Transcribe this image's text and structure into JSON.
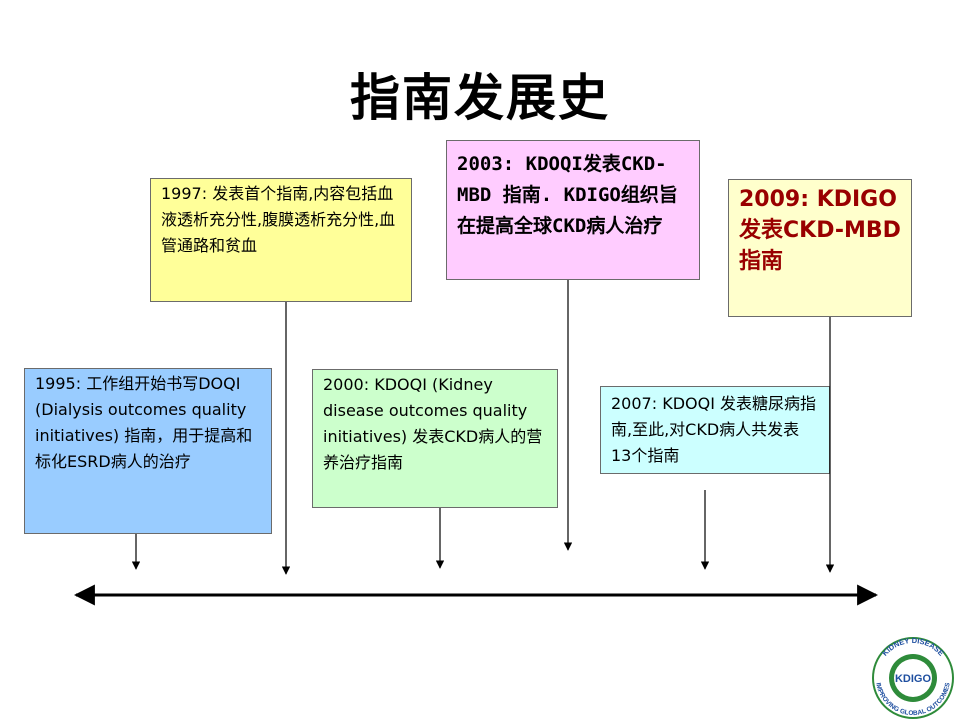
{
  "title": "指南发展史",
  "events": {
    "e1995": {
      "text": "1995: 工作组开始书写DOQI (Dialysis outcomes quality initiatives) 指南，用于提高和标化ESRD病人的治疗"
    },
    "e1997": {
      "text": "1997: 发表首个指南,内容包括血液透析充分性,腹膜透析充分性,血管通路和贫血"
    },
    "e2000": {
      "text": "2000: KDOQI (Kidney disease outcomes quality initiatives) 发表CKD病人的营养治疗指南"
    },
    "e2003": {
      "text": "2003:  KDOQI发表CKD-MBD 指南. KDIGO组织旨在提高全球CKD病人治疗"
    },
    "e2007": {
      "text": "2007: KDOQI 发表糖尿病指南,至此,对CKD病人共发表13个指南"
    },
    "e2009": {
      "text": "2009: KDIGO发表CKD-MBD指南"
    }
  },
  "logo": {
    "text_top": "KIDNEY DISEASE",
    "text_bottom": "IMPROVING GLOBAL OUTCOMES",
    "mark": "KDIGO",
    "colors": {
      "green": "#2e8b3a",
      "blue": "#1f4fa0"
    }
  }
}
